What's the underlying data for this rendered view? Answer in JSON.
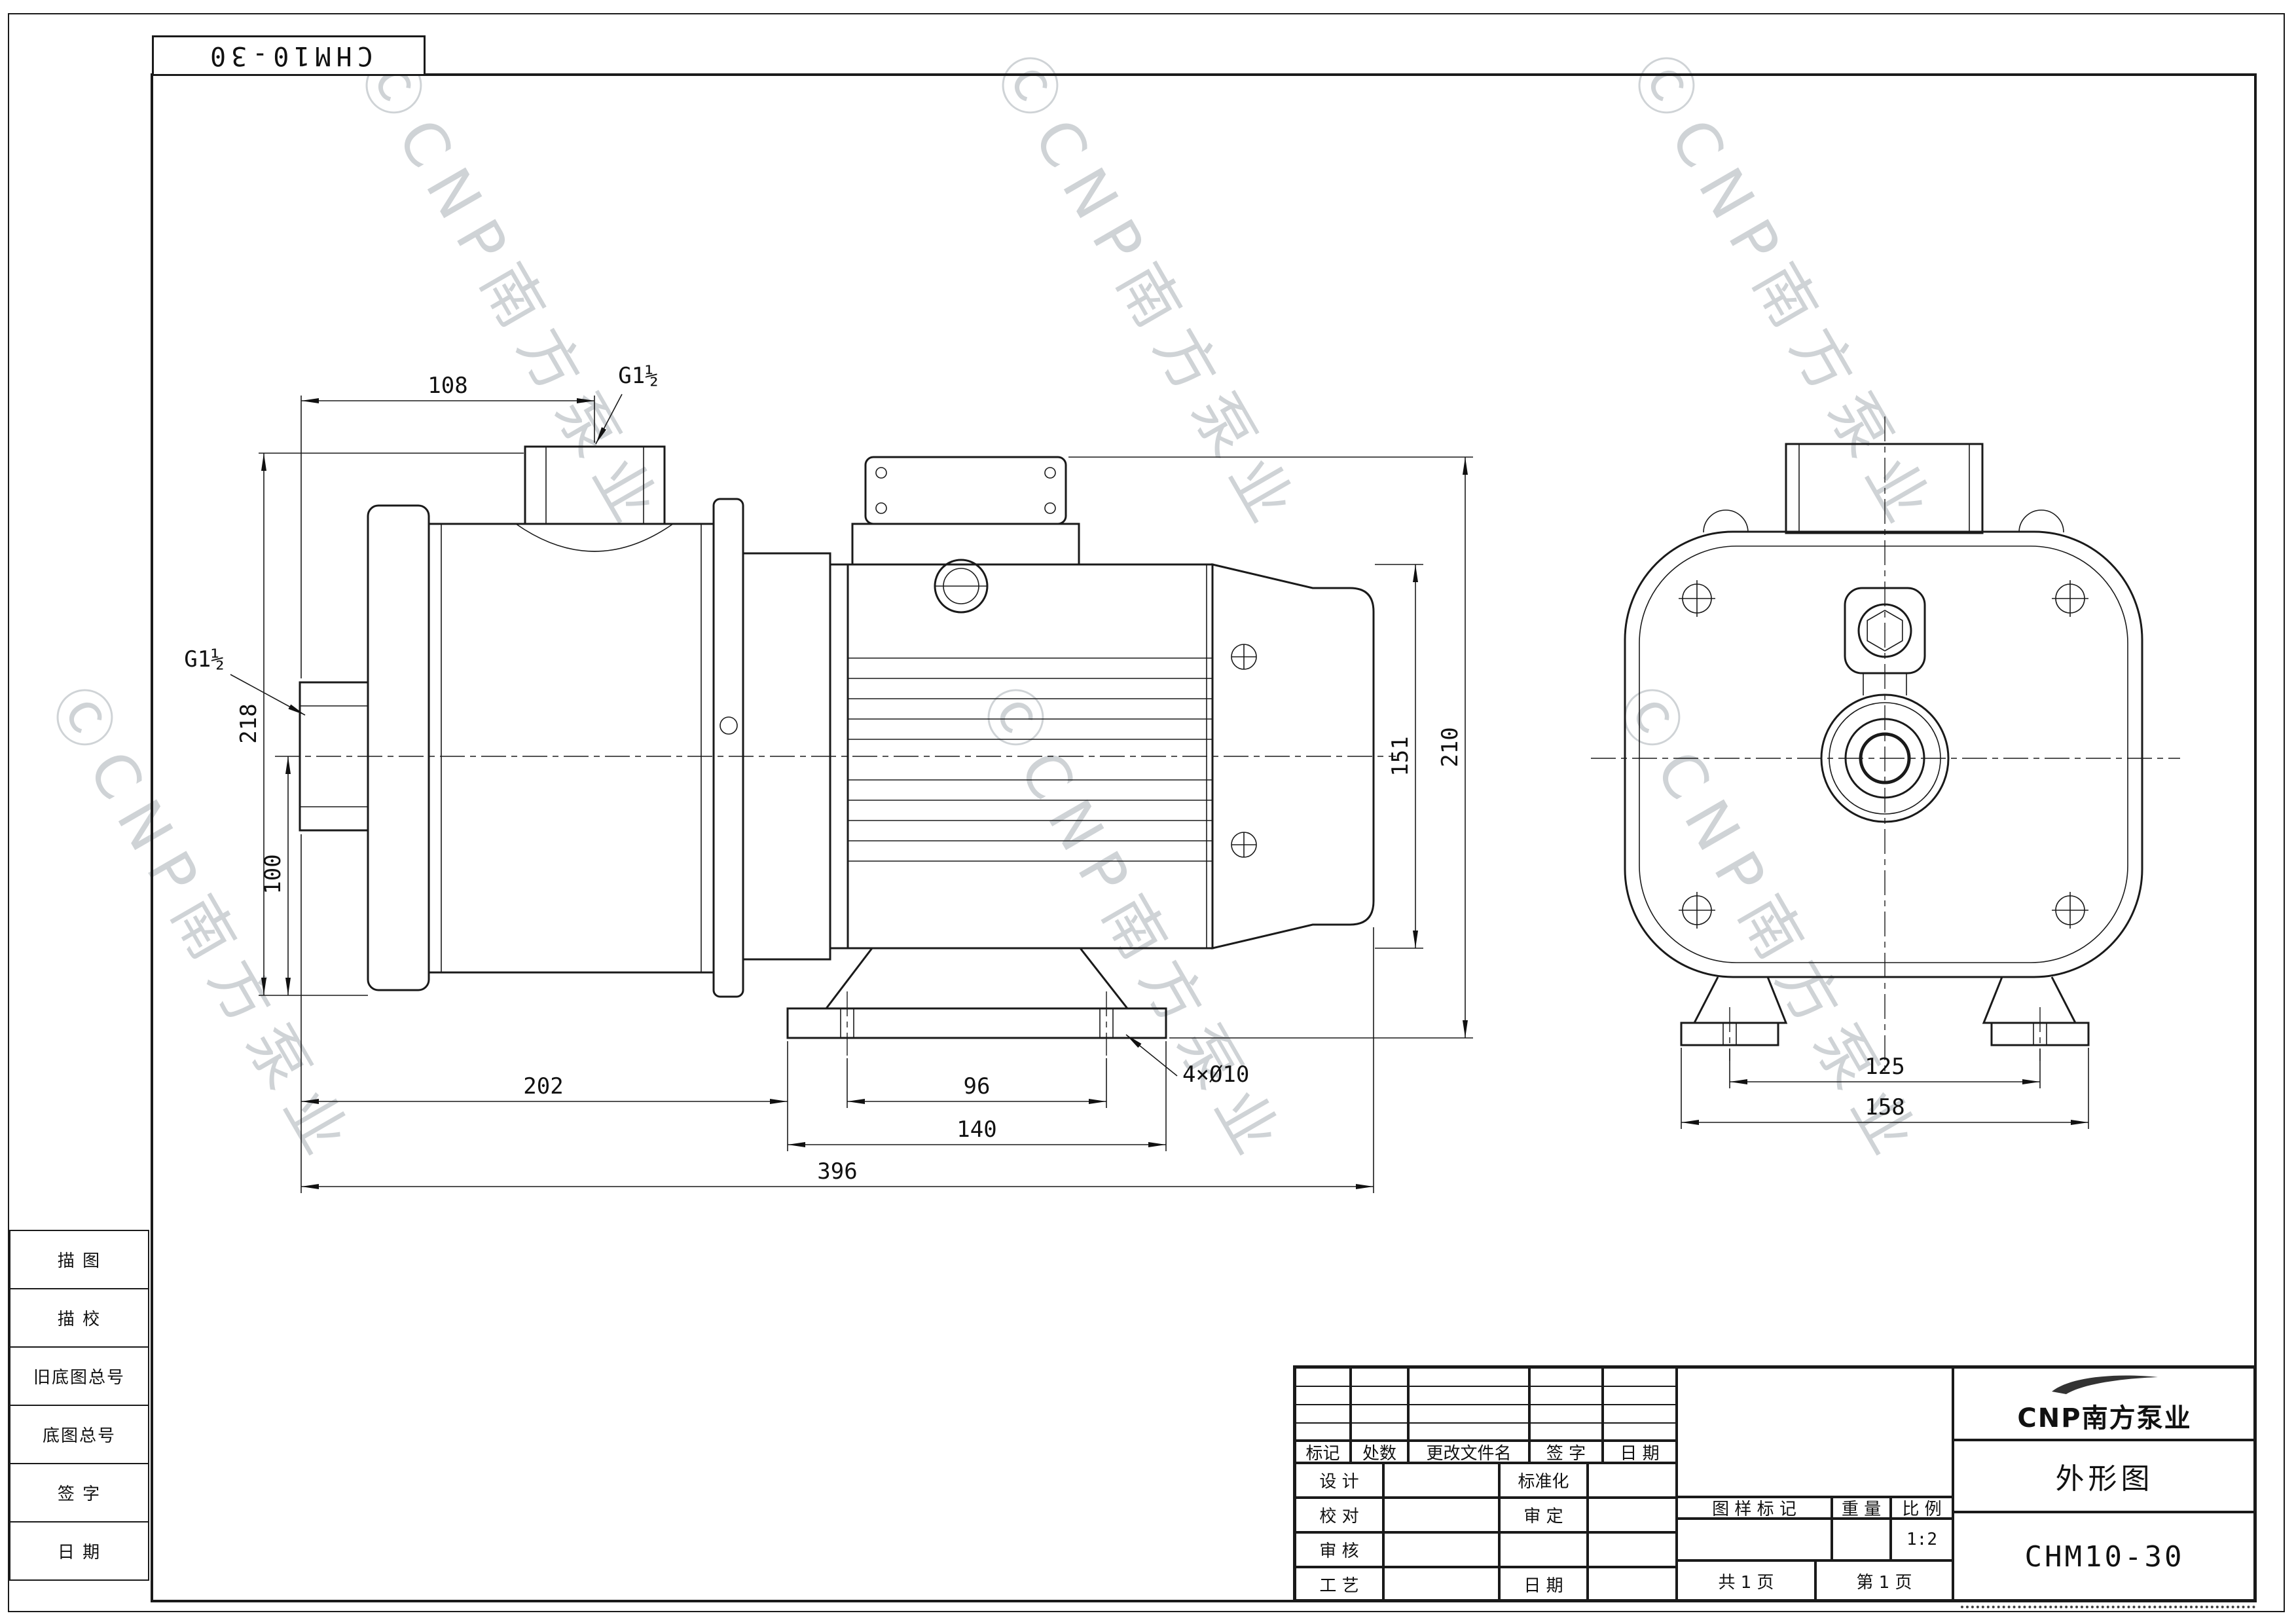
{
  "doc_code": "CHM10-30",
  "watermark_text": "ⒸCNP南方泵业",
  "margin_table": {
    "rows": [
      "描 图",
      "描 校",
      "旧底图总号",
      "底图总号",
      "签 字",
      "日 期"
    ]
  },
  "dims": {
    "top_width": "108",
    "g_top": "G1½",
    "g_side": "G1½",
    "h218": "218",
    "h100": "100",
    "l202": "202",
    "l96": "96",
    "l140": "140",
    "l396": "396",
    "bolt_note": "4×Ø10",
    "h151": "151",
    "h210": "210",
    "fv125": "125",
    "fv158": "158"
  },
  "title_block": {
    "rev_header": {
      "mark": "标记",
      "count": "处数",
      "file": "更改文件名",
      "sign": "签 字",
      "date": "日 期"
    },
    "sign_rows": [
      {
        "left": "设 计",
        "right": "标准化"
      },
      {
        "left": "校 对",
        "right": "审 定"
      },
      {
        "left": "审 核",
        "right": ""
      },
      {
        "left": "工 艺",
        "right": "日 期"
      }
    ],
    "stamp_header": {
      "mark": "图 样 标 记",
      "weight": "重 量",
      "scale": "比 例"
    },
    "scale_value": "1:2",
    "pages_total": "共 1 页",
    "page_current": "第 1 页",
    "brand": "CNP南方泵业",
    "drawing_name": "外形图",
    "model": "CHM10-30"
  }
}
